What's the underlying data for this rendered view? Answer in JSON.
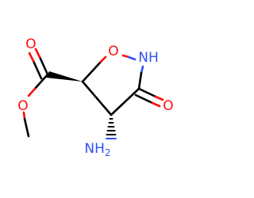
{
  "molecule": {
    "atoms": {
      "ring_o": {
        "symbol": "O"
      },
      "ring_n": {
        "symbol": "NH"
      },
      "carbonyl_o": {
        "symbol": "O"
      },
      "ester_carbonyl_o": {
        "symbol": "O"
      },
      "ester_o": {
        "symbol": "O"
      },
      "amino_n": {
        "symbol": "NH",
        "subscript": "2"
      }
    }
  },
  "colors": {
    "carbon_bond": "#000000",
    "oxygen": "#ff0d0d",
    "nitrogen": "#3050f8",
    "background": "#ffffff"
  }
}
